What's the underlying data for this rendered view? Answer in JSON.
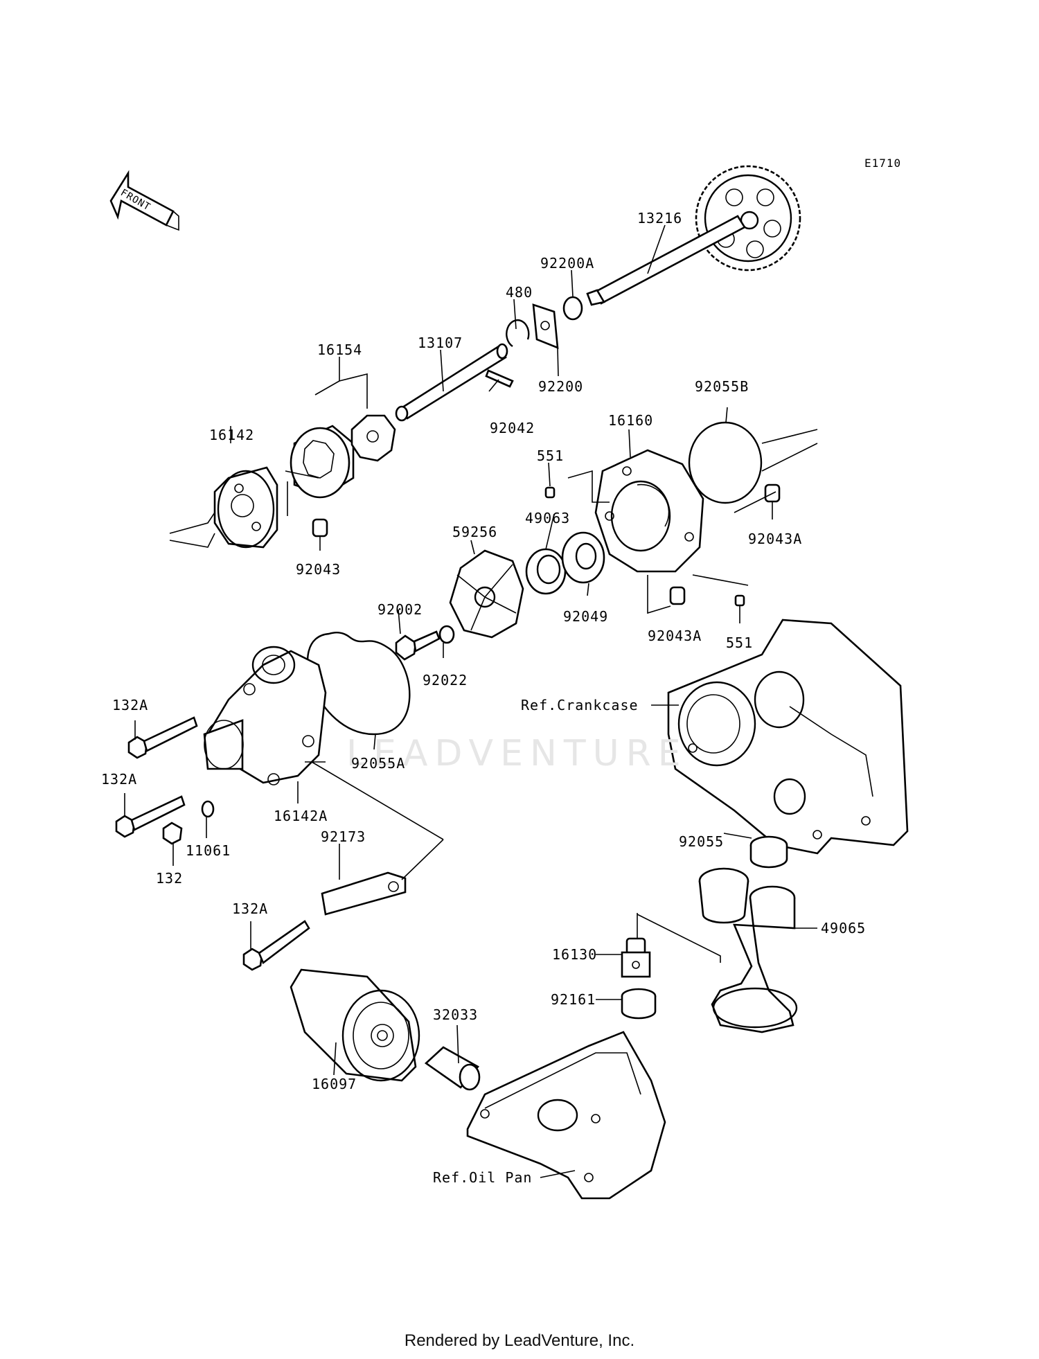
{
  "diagram_code": "E1710",
  "front_label": "FRONT",
  "watermark": "LEADVENTURE",
  "footer": "Rendered by LeadVenture, Inc.",
  "labels": {
    "p13216": "13216",
    "p92200A": "92200A",
    "p480": "480",
    "p13107": "13107",
    "p16154": "16154",
    "p92200": "92200",
    "p92055B": "92055B",
    "p16160": "16160",
    "p92042": "92042",
    "p16142": "16142",
    "p551_top": "551",
    "p49063": "49063",
    "p59256": "59256",
    "p92043A_right": "92043A",
    "p92043": "92043",
    "p92002": "92002",
    "p92049": "92049",
    "p92043A_bottom": "92043A",
    "p551_bottom": "551",
    "p92022": "92022",
    "p132A_1": "132A",
    "ref_crankcase": "Ref.Crankcase",
    "p92055A": "92055A",
    "p132A_2": "132A",
    "p16142A": "16142A",
    "p92055": "92055",
    "p11061": "11061",
    "p92173": "92173",
    "p132": "132",
    "p132A_3": "132A",
    "p49065": "49065",
    "p16130": "16130",
    "p92161": "92161",
    "p32033": "32033",
    "p16097": "16097",
    "ref_oil_pan": "Ref.Oil Pan"
  }
}
